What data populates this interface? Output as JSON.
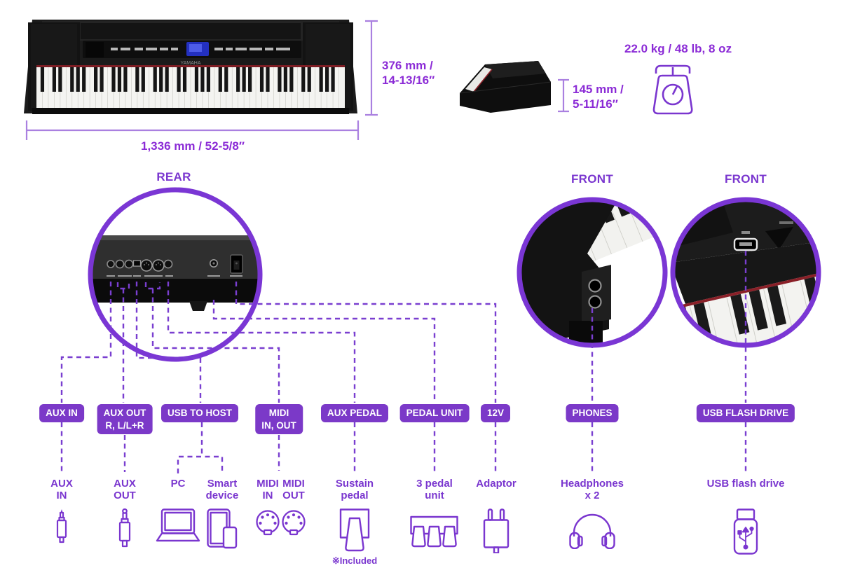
{
  "colors": {
    "accent": "#7a36cf",
    "box": "#7b39c8",
    "dash": "#7a3fd0",
    "ring": "#7a36d4",
    "dim-line": "#aa80e0",
    "dim-text": "#8b2bd6"
  },
  "brand": "YAMAHA",
  "dimensions": {
    "width": "1,336 mm / 52-5/8″",
    "depth_line1": "376 mm /",
    "depth_line2": "14-13/16″",
    "height_line1": "145 mm /",
    "height_line2": "5-11/16″",
    "weight": "22.0 kg / 48 lb, 8 oz"
  },
  "sections": {
    "rear": "REAR",
    "front_left": "FRONT",
    "front_right": "FRONT"
  },
  "ports": [
    {
      "line1": "AUX IN"
    },
    {
      "line1": "AUX OUT",
      "line2": "R, L/L+R"
    },
    {
      "line1": "USB TO HOST"
    },
    {
      "line1": "MIDI",
      "line2": "IN, OUT"
    },
    {
      "line1": "AUX PEDAL"
    },
    {
      "line1": "PEDAL UNIT"
    },
    {
      "line1": "12V"
    },
    {
      "line1": "PHONES"
    },
    {
      "line1": "USB FLASH DRIVE"
    }
  ],
  "devices": [
    {
      "line1": "AUX",
      "line2": "IN"
    },
    {
      "line1": "AUX",
      "line2": "OUT"
    },
    {
      "line1": "PC"
    },
    {
      "line1": "Smart",
      "line2": "device"
    },
    {
      "line1": "MIDI",
      "line2": "IN"
    },
    {
      "line1": "MIDI",
      "line2": "OUT"
    },
    {
      "line1": "Sustain",
      "line2": "pedal",
      "note": "※Included"
    },
    {
      "line1": "3 pedal",
      "line2": "unit"
    },
    {
      "line1": "Adaptor"
    },
    {
      "line1": "Headphones",
      "line2": "x 2"
    },
    {
      "line1": "USB flash drive"
    }
  ]
}
